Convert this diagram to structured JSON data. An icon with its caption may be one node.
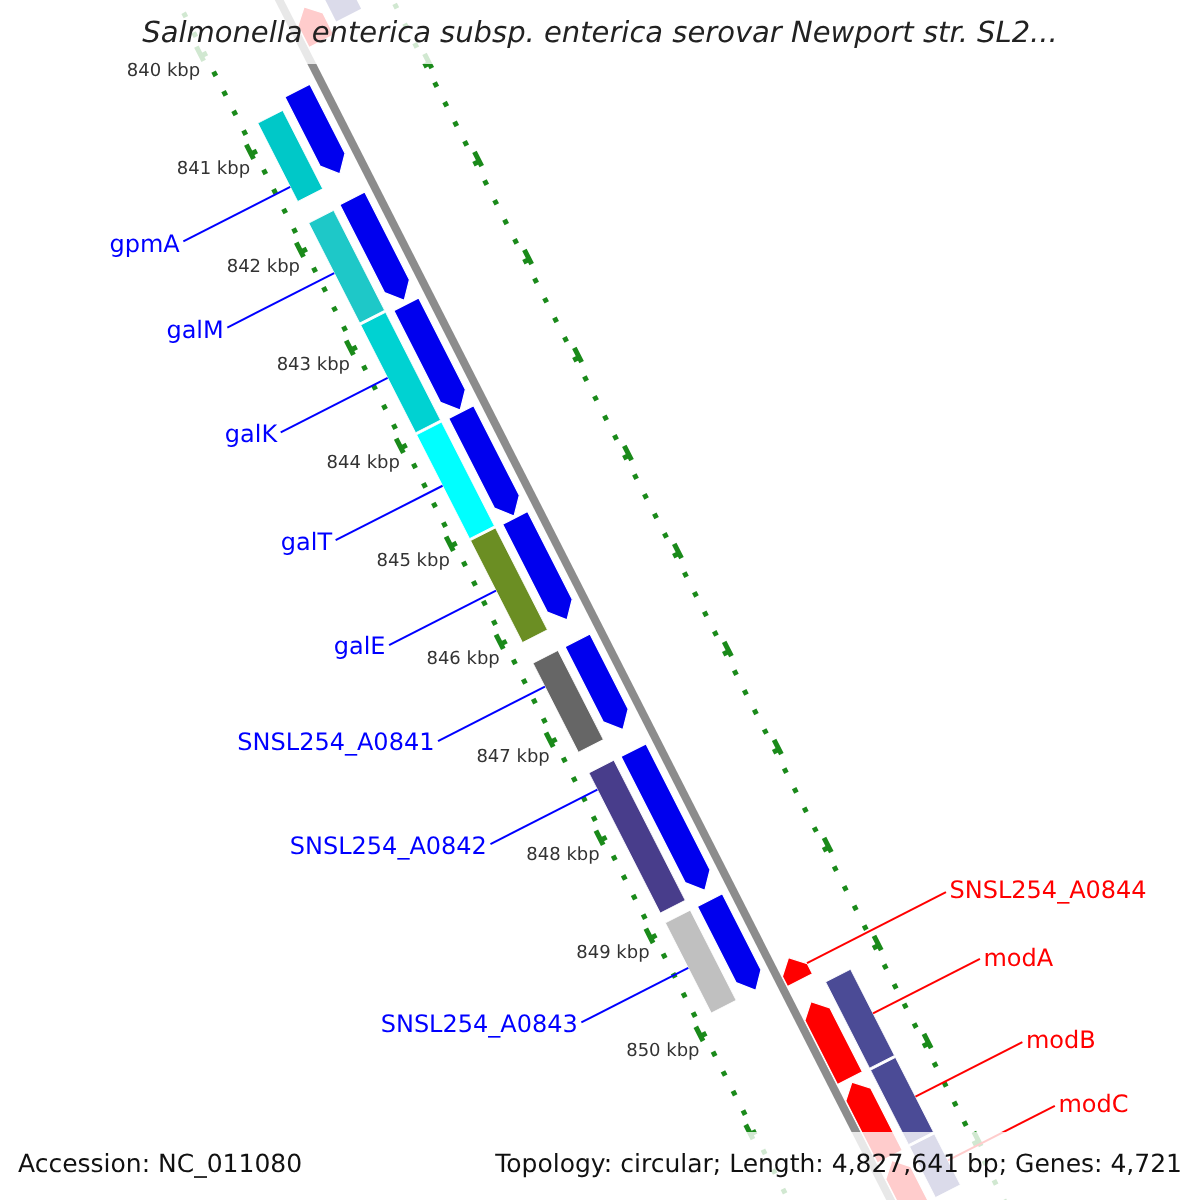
{
  "diagram": {
    "title": "Salmonella enterica subsp. enterica serovar Newport str. SL2...",
    "nodes": [
      {
        "text": [
          "gpmA"
        ]
      },
      {
        "text": [
          "galM"
        ]
      },
      {
        "text": [
          "galK"
        ]
      },
      {
        "text": [
          "galT"
        ]
      },
      {
        "text": [
          "galE"
        ]
      },
      {
        "text": [
          "SNSL254_A0841"
        ]
      },
      {
        "text": [
          "SNSL254_A0842"
        ]
      },
      {
        "text": [
          "SNSL254_A0843"
        ]
      },
      {
        "text": [
          "SNSL254_A0844"
        ]
      },
      {
        "text": [
          "modA"
        ]
      },
      {
        "text": [
          "modB"
        ]
      },
      {
        "text": [
          "modC"
        ]
      },
      {
        "text": [],
        "shape": "bar"
      },
      {
        "text": [],
        "shape": "bar"
      },
      {
        "text": [],
        "shape": "bar"
      },
      {
        "text": [],
        "shape": "bar"
      },
      {
        "text": [],
        "shape": "bar"
      },
      {
        "text": [],
        "shape": "bar"
      },
      {
        "text": [],
        "shape": "bar"
      },
      {
        "text": [],
        "shape": "bar"
      },
      {
        "text": [],
        "shape": "arrow"
      },
      {
        "text": [],
        "shape": "bar"
      },
      {
        "text": [],
        "shape": "bar"
      },
      {
        "text": [],
        "shape": "bar"
      },
      {
        "text": [],
        "shape": "arrow"
      },
      {
        "text": [],
        "shape": "arrow"
      },
      {
        "text": [],
        "shape": "arrow"
      },
      {
        "text": [],
        "shape": "arrow"
      },
      {
        "text": [],
        "shape": "arrow"
      },
      {
        "text": [],
        "shape": "arrow"
      },
      {
        "text": [],
        "shape": "arrow"
      },
      {
        "text": [],
        "shape": "arrow"
      },
      {
        "text": [],
        "shape": "arrow"
      },
      {
        "text": [],
        "shape": "arrow"
      },
      {
        "text": [],
        "shape": "arrow"
      },
      {
        "text": [],
        "shape": "arrow"
      }
    ],
    "edges": [
      {
        "from": 0,
        "to": 12,
        "arrow": "none"
      },
      {
        "from": 1,
        "to": 13,
        "arrow": "none"
      },
      {
        "from": 2,
        "to": 14,
        "arrow": "none"
      },
      {
        "from": 3,
        "to": 15,
        "arrow": "none"
      },
      {
        "from": 4,
        "to": 16,
        "arrow": "none"
      },
      {
        "from": 5,
        "to": 17,
        "arrow": "none"
      },
      {
        "from": 6,
        "to": 18,
        "arrow": "none"
      },
      {
        "from": 7,
        "to": 19,
        "arrow": "none"
      },
      {
        "from": 8,
        "to": 20,
        "arrow": "none",
        "color": "#ff0000"
      },
      {
        "from": 9,
        "to": 21,
        "arrow": "none",
        "color": "#ff0000"
      },
      {
        "from": 10,
        "to": 22,
        "arrow": "none",
        "color": "#ff0000"
      },
      {
        "from": 11,
        "to": 23,
        "arrow": "none",
        "color": "#ff0000"
      }
    ],
    "labels": [
      "840 kbp",
      "841 kbp",
      "842 kbp",
      "843 kbp",
      "844 kbp",
      "845 kbp",
      "846 kbp",
      "847 kbp",
      "848 kbp",
      "849 kbp",
      "850 kbp",
      "Accession: NC_011080",
      "Topology: circular; Length: 4,827,641 bp; Genes: 4,721"
    ]
  }
}
